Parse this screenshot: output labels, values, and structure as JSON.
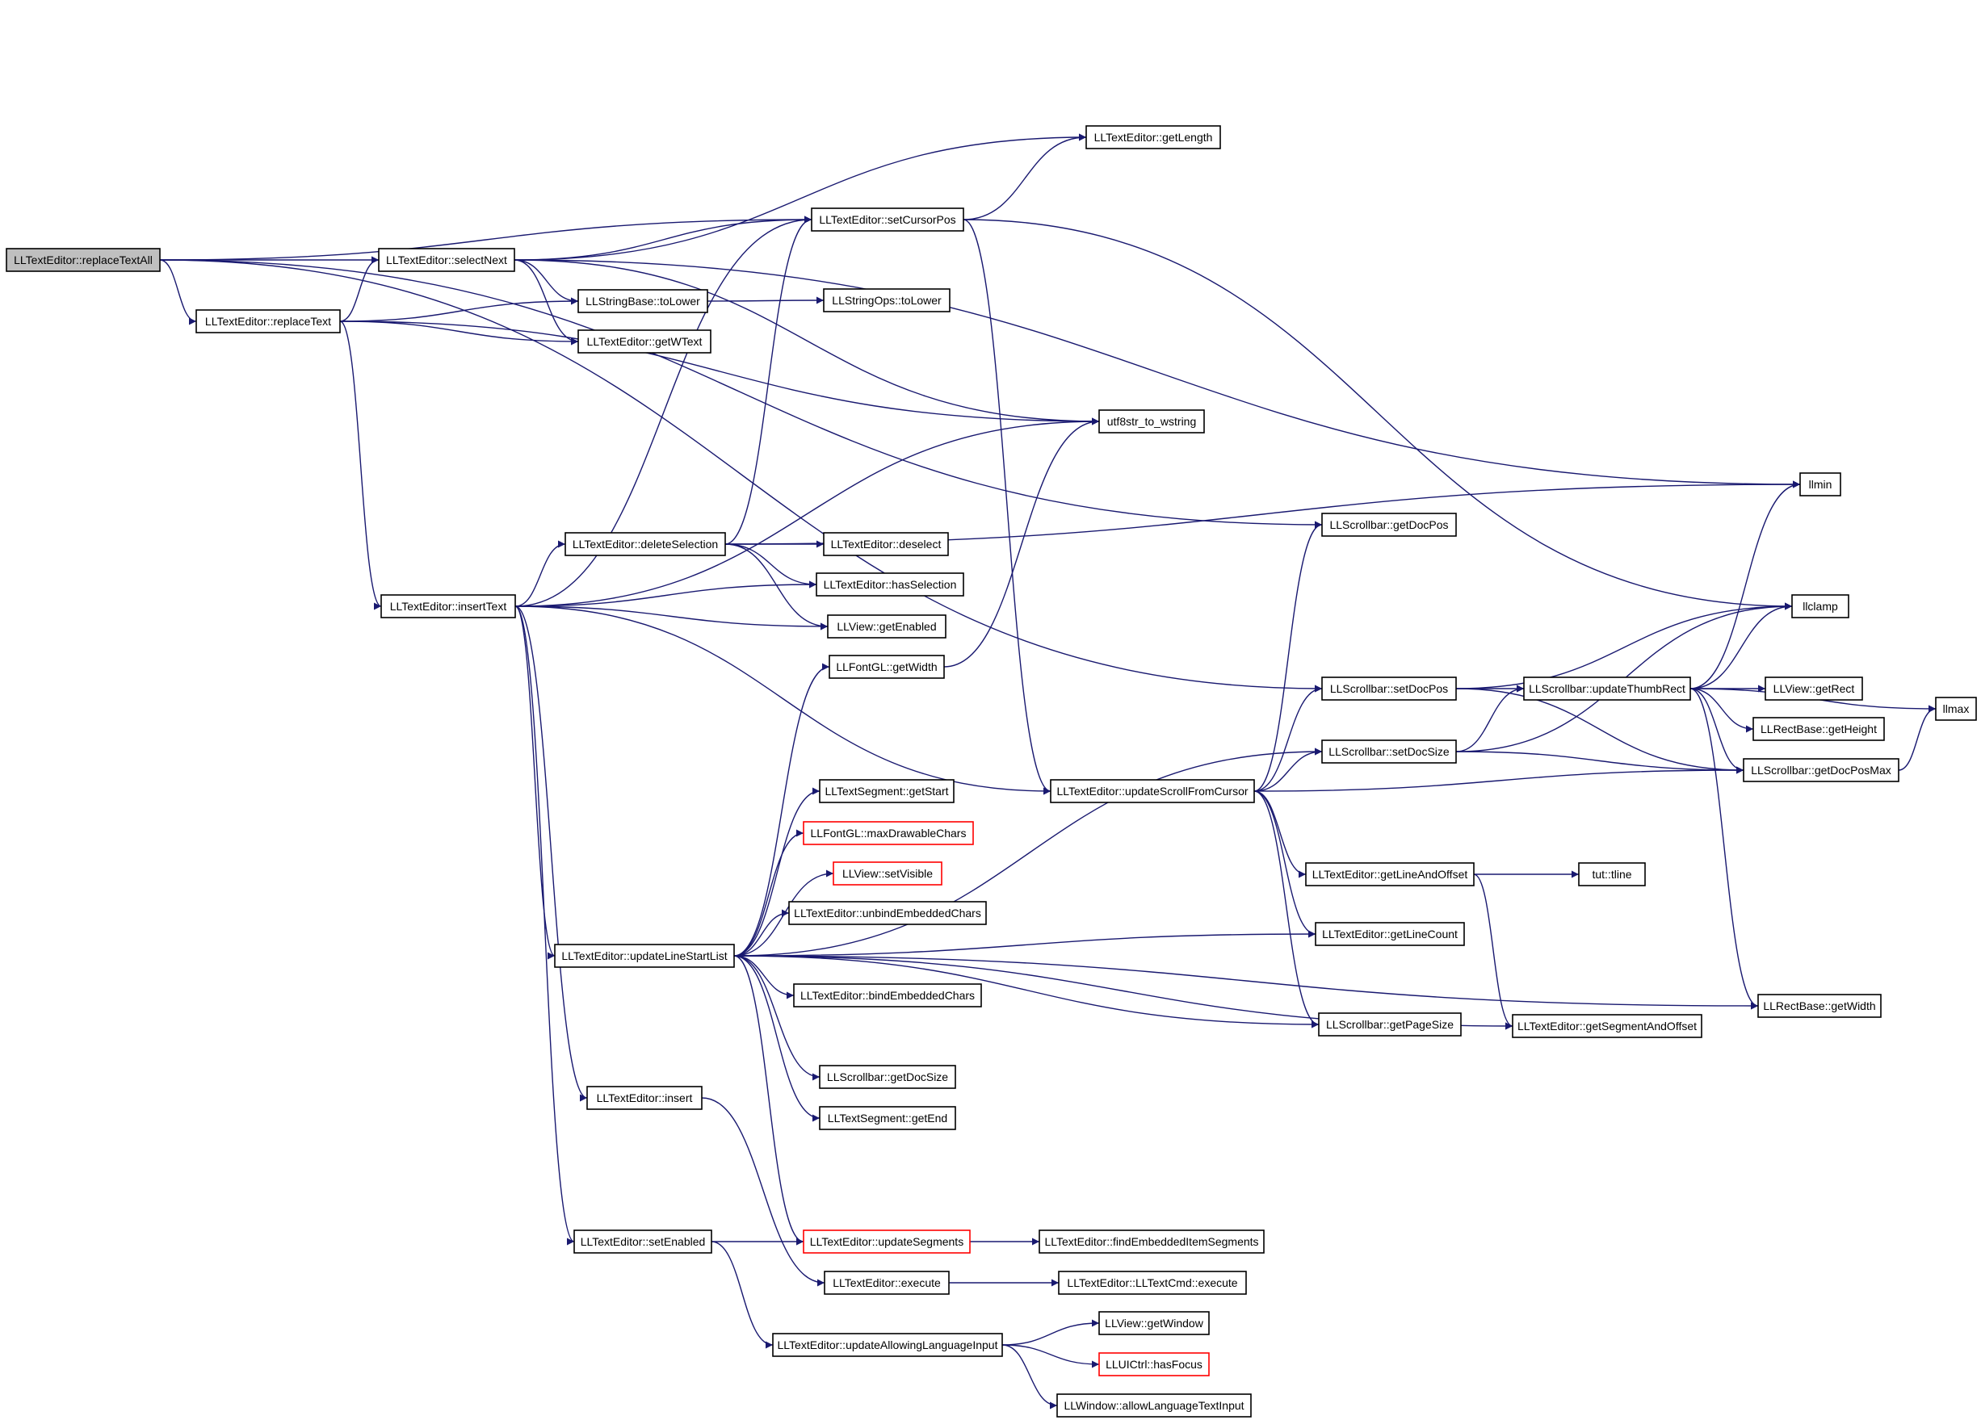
{
  "graph": {
    "edge_color": "#191970",
    "node_border": "#000000",
    "root_fill": "#bfbfbf",
    "truncated_border": "#ff0000",
    "nodes": [
      {
        "id": "replaceTextAll",
        "label": "LLTextEditor::replaceTextAll",
        "kind": "root"
      },
      {
        "id": "selectNext",
        "label": "LLTextEditor::selectNext"
      },
      {
        "id": "replaceText",
        "label": "LLTextEditor::replaceText"
      },
      {
        "id": "insertText",
        "label": "LLTextEditor::insertText"
      },
      {
        "id": "setCursorPos",
        "label": "LLTextEditor::setCursorPos"
      },
      {
        "id": "getLength",
        "label": "LLTextEditor::getLength"
      },
      {
        "id": "sbToLower",
        "label": "LLStringBase::toLower"
      },
      {
        "id": "soToLower",
        "label": "LLStringOps::toLower"
      },
      {
        "id": "getWText",
        "label": "LLTextEditor::getWText"
      },
      {
        "id": "utf8",
        "label": "utf8str_to_wstring"
      },
      {
        "id": "llmin",
        "label": "llmin"
      },
      {
        "id": "getDocPos",
        "label": "LLScrollbar::getDocPos"
      },
      {
        "id": "deleteSelection",
        "label": "LLTextEditor::deleteSelection"
      },
      {
        "id": "deselect",
        "label": "LLTextEditor::deselect"
      },
      {
        "id": "hasSelection",
        "label": "LLTextEditor::hasSelection"
      },
      {
        "id": "getEnabled",
        "label": "LLView::getEnabled"
      },
      {
        "id": "llclamp",
        "label": "llclamp"
      },
      {
        "id": "fontGetWidth",
        "label": "LLFontGL::getWidth"
      },
      {
        "id": "setDocPos",
        "label": "LLScrollbar::setDocPos"
      },
      {
        "id": "updateThumbRect",
        "label": "LLScrollbar::updateThumbRect"
      },
      {
        "id": "getRect",
        "label": "LLView::getRect"
      },
      {
        "id": "llmax",
        "label": "llmax"
      },
      {
        "id": "getHeight",
        "label": "LLRectBase::getHeight"
      },
      {
        "id": "setDocSize",
        "label": "LLScrollbar::setDocSize"
      },
      {
        "id": "getDocPosMax",
        "label": "LLScrollbar::getDocPosMax"
      },
      {
        "id": "updateScrollFromCursor",
        "label": "LLTextEditor::updateScrollFromCursor"
      },
      {
        "id": "segGetStart",
        "label": "LLTextSegment::getStart"
      },
      {
        "id": "maxDrawableChars",
        "label": "LLFontGL::maxDrawableChars",
        "kind": "truncated"
      },
      {
        "id": "setVisible",
        "label": "LLView::setVisible",
        "kind": "truncated"
      },
      {
        "id": "unbindEmbeddedChars",
        "label": "LLTextEditor::unbindEmbeddedChars"
      },
      {
        "id": "getLineAndOffset",
        "label": "LLTextEditor::getLineAndOffset"
      },
      {
        "id": "tline",
        "label": "tut::tline"
      },
      {
        "id": "updateLineStartList",
        "label": "LLTextEditor::updateLineStartList"
      },
      {
        "id": "getLineCount",
        "label": "LLTextEditor::getLineCount"
      },
      {
        "id": "bindEmbeddedChars",
        "label": "LLTextEditor::bindEmbeddedChars"
      },
      {
        "id": "rectGetWidth",
        "label": "LLRectBase::getWidth"
      },
      {
        "id": "getPageSize",
        "label": "LLScrollbar::getPageSize"
      },
      {
        "id": "getSegmentAndOffset",
        "label": "LLTextEditor::getSegmentAndOffset"
      },
      {
        "id": "sbGetDocSize",
        "label": "LLScrollbar::getDocSize"
      },
      {
        "id": "insert",
        "label": "LLTextEditor::insert"
      },
      {
        "id": "segGetEnd",
        "label": "LLTextSegment::getEnd"
      },
      {
        "id": "setEnabled",
        "label": "LLTextEditor::setEnabled"
      },
      {
        "id": "updateSegments",
        "label": "LLTextEditor::updateSegments",
        "kind": "truncated"
      },
      {
        "id": "findEmbeddedItemSegments",
        "label": "LLTextEditor::findEmbeddedItemSegments"
      },
      {
        "id": "execute",
        "label": "LLTextEditor::execute"
      },
      {
        "id": "cmdExecute",
        "label": "LLTextEditor::LLTextCmd::execute"
      },
      {
        "id": "updateAllowingLanguageInput",
        "label": "LLTextEditor::updateAllowingLanguageInput"
      },
      {
        "id": "getWindow",
        "label": "LLView::getWindow"
      },
      {
        "id": "hasFocus",
        "label": "LLUICtrl::hasFocus",
        "kind": "truncated"
      },
      {
        "id": "allowLanguageTextInput",
        "label": "LLWindow::allowLanguageTextInput"
      }
    ],
    "edges": [
      [
        "replaceTextAll",
        "selectNext"
      ],
      [
        "replaceTextAll",
        "replaceText"
      ],
      [
        "replaceTextAll",
        "setCursorPos"
      ],
      [
        "replaceTextAll",
        "getDocPos"
      ],
      [
        "replaceTextAll",
        "setDocPos"
      ],
      [
        "selectNext",
        "getLength"
      ],
      [
        "selectNext",
        "setCursorPos"
      ],
      [
        "selectNext",
        "sbToLower"
      ],
      [
        "selectNext",
        "getWText"
      ],
      [
        "selectNext",
        "utf8"
      ],
      [
        "selectNext",
        "llmin"
      ],
      [
        "replaceText",
        "selectNext"
      ],
      [
        "replaceText",
        "sbToLower"
      ],
      [
        "replaceText",
        "getWText"
      ],
      [
        "replaceText",
        "utf8"
      ],
      [
        "replaceText",
        "insertText"
      ],
      [
        "setCursorPos",
        "getLength"
      ],
      [
        "setCursorPos",
        "llclamp"
      ],
      [
        "setCursorPos",
        "updateScrollFromCursor"
      ],
      [
        "sbToLower",
        "soToLower"
      ],
      [
        "insertText",
        "setCursorPos"
      ],
      [
        "insertText",
        "utf8"
      ],
      [
        "insertText",
        "deleteSelection"
      ],
      [
        "insertText",
        "hasSelection"
      ],
      [
        "insertText",
        "getEnabled"
      ],
      [
        "insertText",
        "updateScrollFromCursor"
      ],
      [
        "insertText",
        "updateLineStartList"
      ],
      [
        "insertText",
        "insert"
      ],
      [
        "insertText",
        "setEnabled"
      ],
      [
        "deleteSelection",
        "llmin"
      ],
      [
        "deleteSelection",
        "setCursorPos"
      ],
      [
        "deleteSelection",
        "deselect"
      ],
      [
        "deleteSelection",
        "hasSelection"
      ],
      [
        "deleteSelection",
        "getEnabled"
      ],
      [
        "fontGetWidth",
        "utf8"
      ],
      [
        "setDocPos",
        "llclamp"
      ],
      [
        "setDocPos",
        "updateThumbRect"
      ],
      [
        "setDocPos",
        "getDocPosMax"
      ],
      [
        "updateThumbRect",
        "llmin"
      ],
      [
        "updateThumbRect",
        "llclamp"
      ],
      [
        "updateThumbRect",
        "getRect"
      ],
      [
        "updateThumbRect",
        "llmax"
      ],
      [
        "updateThumbRect",
        "getHeight"
      ],
      [
        "updateThumbRect",
        "getDocPosMax"
      ],
      [
        "updateThumbRect",
        "rectGetWidth"
      ],
      [
        "setDocSize",
        "llclamp"
      ],
      [
        "setDocSize",
        "updateThumbRect"
      ],
      [
        "setDocSize",
        "getDocPosMax"
      ],
      [
        "getDocPosMax",
        "llmax"
      ],
      [
        "updateScrollFromCursor",
        "getDocPos"
      ],
      [
        "updateScrollFromCursor",
        "setDocPos"
      ],
      [
        "updateScrollFromCursor",
        "setDocSize"
      ],
      [
        "updateScrollFromCursor",
        "getDocPosMax"
      ],
      [
        "updateScrollFromCursor",
        "getLineAndOffset"
      ],
      [
        "updateScrollFromCursor",
        "getLineCount"
      ],
      [
        "updateScrollFromCursor",
        "getPageSize"
      ],
      [
        "getLineAndOffset",
        "tline"
      ],
      [
        "getLineAndOffset",
        "getSegmentAndOffset"
      ],
      [
        "updateLineStartList",
        "fontGetWidth"
      ],
      [
        "updateLineStartList",
        "setDocSize"
      ],
      [
        "updateLineStartList",
        "segGetStart"
      ],
      [
        "updateLineStartList",
        "maxDrawableChars"
      ],
      [
        "updateLineStartList",
        "setVisible"
      ],
      [
        "updateLineStartList",
        "unbindEmbeddedChars"
      ],
      [
        "updateLineStartList",
        "getLineCount"
      ],
      [
        "updateLineStartList",
        "bindEmbeddedChars"
      ],
      [
        "updateLineStartList",
        "getPageSize"
      ],
      [
        "updateLineStartList",
        "sbGetDocSize"
      ],
      [
        "updateLineStartList",
        "segGetEnd"
      ],
      [
        "updateLineStartList",
        "getSegmentAndOffset"
      ],
      [
        "updateLineStartList",
        "rectGetWidth"
      ],
      [
        "updateLineStartList",
        "updateSegments"
      ],
      [
        "insert",
        "execute"
      ],
      [
        "setEnabled",
        "updateSegments"
      ],
      [
        "setEnabled",
        "updateAllowingLanguageInput"
      ],
      [
        "updateSegments",
        "findEmbeddedItemSegments"
      ],
      [
        "execute",
        "cmdExecute"
      ],
      [
        "updateAllowingLanguageInput",
        "getWindow"
      ],
      [
        "updateAllowingLanguageInput",
        "hasFocus"
      ],
      [
        "updateAllowingLanguageInput",
        "allowLanguageTextInput"
      ]
    ]
  }
}
